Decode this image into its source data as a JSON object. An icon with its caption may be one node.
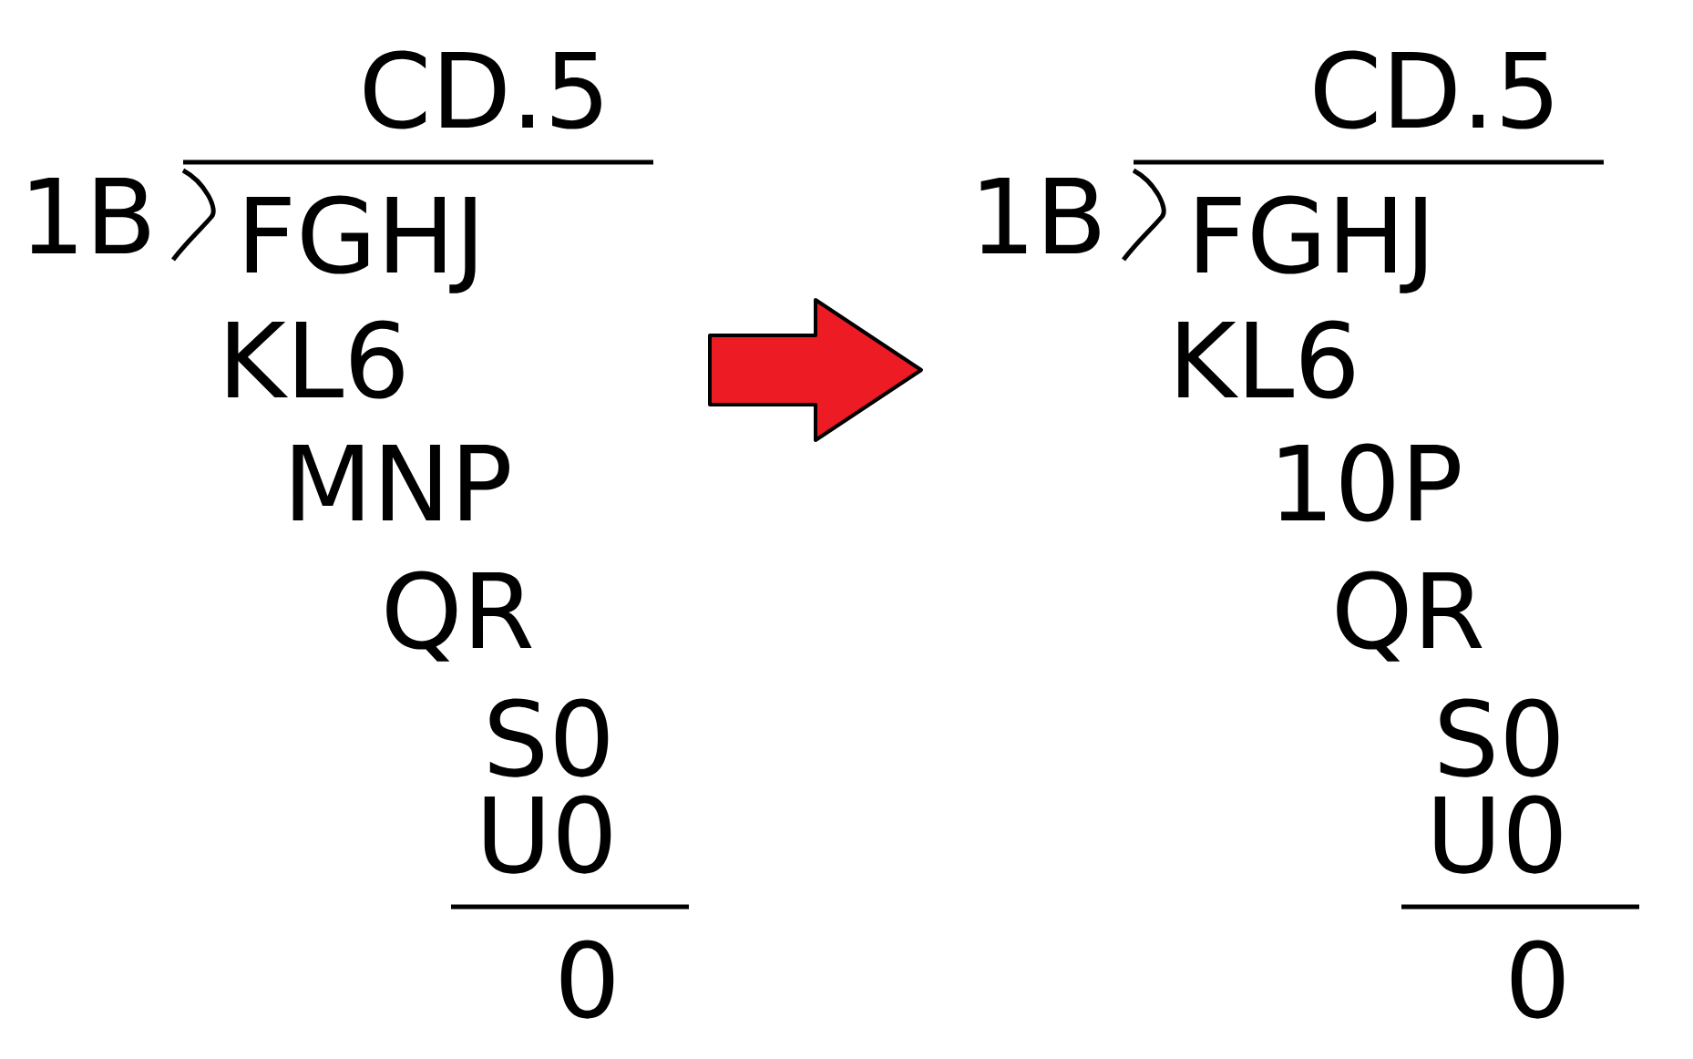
{
  "diagram": {
    "labels": [
      "CD.5",
      "1B",
      "FGHJ",
      "KL6",
      "MNP",
      "QR",
      "S0",
      "U0",
      "0",
      "CD.5",
      "1B",
      "FGHJ",
      "KL6",
      "10P",
      "QR",
      "S0",
      "U0",
      "0"
    ]
  }
}
